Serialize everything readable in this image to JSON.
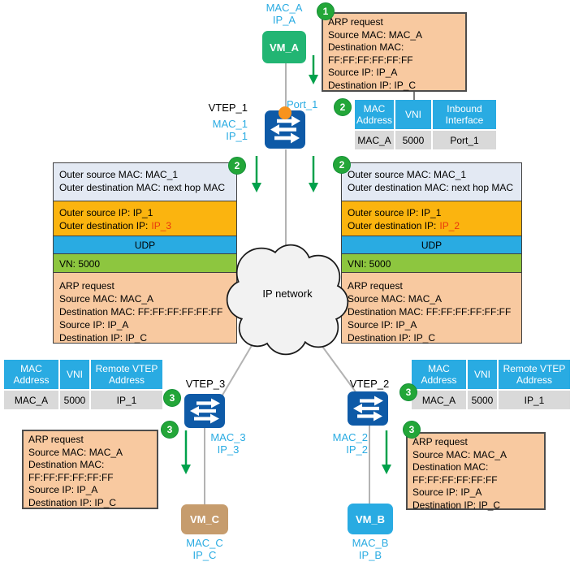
{
  "colors": {
    "cyan_accent": "#29ABE2",
    "switch_blue": "#0E5AA7",
    "vm_a_green": "#22B573",
    "vm_b_cyan": "#29ABE2",
    "vm_c_tan": "#C69C6D",
    "badge_green": "#23A638",
    "arrow_green": "#00A14B",
    "amber_band": "#FBB40F",
    "vni_band_green": "#8DC63F",
    "payload_peach": "#F8C9A0",
    "outer_mac_band": "#E3E9F3",
    "table_row_gray": "#D9D9D9",
    "red_highlight": "#E8380D",
    "port_dot_orange": "#F7931E"
  },
  "steps": {
    "one": "1",
    "two": "2",
    "three": "3"
  },
  "nodes": {
    "vm_a": {
      "label": "VM_A",
      "mac": "MAC_A",
      "ip": "IP_A"
    },
    "vm_b": {
      "label": "VM_B",
      "mac": "MAC_B",
      "ip": "IP_B"
    },
    "vm_c": {
      "label": "VM_C",
      "mac": "MAC_C",
      "ip": "IP_C"
    },
    "vtep_1": {
      "label": "VTEP_1",
      "mac": "MAC_1",
      "ip": "IP_1",
      "port": "Port_1"
    },
    "vtep_2": {
      "label": "VTEP_2",
      "mac": "MAC_2",
      "ip": "IP_2"
    },
    "vtep_3": {
      "label": "VTEP_3",
      "mac": "MAC_3",
      "ip": "IP_3"
    }
  },
  "cloud": {
    "label": "IP network"
  },
  "arp": {
    "top": [
      "ARP request",
      "Source MAC: MAC_A",
      "Destination MAC:",
      "FF:FF:FF:FF:FF:FF",
      "Source IP: IP_A",
      "Destination IP: IP_C"
    ],
    "left": [
      "ARP request",
      "Source MAC: MAC_A",
      "Destination MAC:",
      "FF:FF:FF:FF:FF:FF",
      "Source IP: IP_A",
      "Destination IP: IP_C"
    ],
    "right": [
      "ARP request",
      "Source MAC: MAC_A",
      "Destination MAC:",
      "FF:FF:FF:FF:FF:FF",
      "Source IP: IP_A",
      "Destination IP: IP_C"
    ]
  },
  "packets": {
    "left": {
      "mac1": "Outer source MAC: MAC_1",
      "mac2": "Outer destination MAC: next hop MAC",
      "ip1": "Outer source IP: IP_1",
      "ip2_label": "Outer destination IP:",
      "ip2_value": "IP_3",
      "udp": "UDP",
      "vni": "VN: 5000",
      "payload": [
        "ARP request",
        "Source MAC: MAC_A",
        "Destination MAC: FF:FF:FF:FF:FF:FF",
        "Source IP: IP_A",
        "Destination IP: IP_C"
      ]
    },
    "right": {
      "mac1": "Outer source MAC: MAC_1",
      "mac2": "Outer destination MAC: next hop MAC",
      "ip1": "Outer source IP: IP_1",
      "ip2_label": "Outer destination IP:",
      "ip2_value": "IP_2",
      "udp": "UDP",
      "vni": "VNI: 5000",
      "payload": [
        "ARP request",
        "Source MAC: MAC_A",
        "Destination MAC: FF:FF:FF:FF:FF:FF",
        "Source IP: IP_A",
        "Destination IP: IP_C"
      ]
    }
  },
  "tables": {
    "vtep1": {
      "headers": [
        "MAC Address",
        "VNI",
        "Inbound Interface"
      ],
      "row": [
        "MAC_A",
        "5000",
        "Port_1"
      ]
    },
    "vtep3": {
      "headers": [
        "MAC Address",
        "VNI",
        "Remote VTEP Address"
      ],
      "row": [
        "MAC_A",
        "5000",
        "IP_1"
      ]
    },
    "vtep2": {
      "headers": [
        "MAC Address",
        "VNI",
        "Remote VTEP Address"
      ],
      "row": [
        "MAC_A",
        "5000",
        "IP_1"
      ]
    }
  }
}
